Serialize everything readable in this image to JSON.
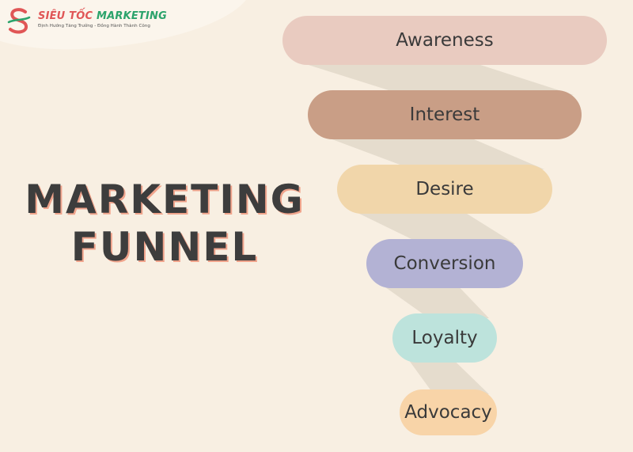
{
  "logo": {
    "name_part1": "SIÊU TỐC",
    "name_part2": "MARKETING",
    "tagline": "Định Hướng Tăng Trưởng - Đồng Hành Thành Công"
  },
  "title": {
    "line1": "MARKETING",
    "line2": "FUNNEL"
  },
  "funnel": {
    "stages": [
      {
        "label": "Awareness",
        "color": "#e9cbc0"
      },
      {
        "label": "Interest",
        "color": "#c99e86"
      },
      {
        "label": "Desire",
        "color": "#f1d6aa"
      },
      {
        "label": "Conversion",
        "color": "#b3b2d4"
      },
      {
        "label": "Loyalty",
        "color": "#bde3dc"
      },
      {
        "label": "Advocacy",
        "color": "#f8d4a8"
      }
    ],
    "shadow_color": "#e5dccd"
  }
}
